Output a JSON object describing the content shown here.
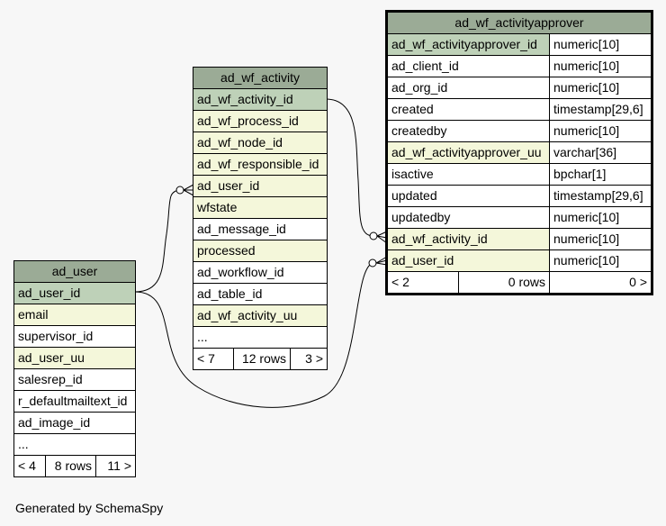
{
  "tables": {
    "ad_wf_activityapprover": {
      "name": "ad_wf_activityapprover",
      "columns": [
        {
          "name": "ad_wf_activityapprover_id",
          "type": "numeric[10]"
        },
        {
          "name": "ad_client_id",
          "type": "numeric[10]"
        },
        {
          "name": "ad_org_id",
          "type": "numeric[10]"
        },
        {
          "name": "created",
          "type": "timestamp[29,6]"
        },
        {
          "name": "createdby",
          "type": "numeric[10]"
        },
        {
          "name": "ad_wf_activityapprover_uu",
          "type": "varchar[36]"
        },
        {
          "name": "isactive",
          "type": "bpchar[1]"
        },
        {
          "name": "updated",
          "type": "timestamp[29,6]"
        },
        {
          "name": "updatedby",
          "type": "numeric[10]"
        },
        {
          "name": "ad_wf_activity_id",
          "type": "numeric[10]"
        },
        {
          "name": "ad_user_id",
          "type": "numeric[10]"
        }
      ],
      "footer": {
        "left": "< 2",
        "rows": "0 rows",
        "right": "0 >"
      }
    },
    "ad_wf_activity": {
      "name": "ad_wf_activity",
      "columns": [
        "ad_wf_activity_id",
        "ad_wf_process_id",
        "ad_wf_node_id",
        "ad_wf_responsible_id",
        "ad_user_id",
        "wfstate",
        "ad_message_id",
        "processed",
        "ad_workflow_id",
        "ad_table_id",
        "ad_wf_activity_uu",
        "..."
      ],
      "footer": {
        "left": "< 7",
        "rows": "12 rows",
        "right": "3 >"
      }
    },
    "ad_user": {
      "name": "ad_user",
      "columns": [
        "ad_user_id",
        "email",
        "supervisor_id",
        "ad_user_uu",
        "salesrep_id",
        "r_defaultmailtext_id",
        "ad_image_id",
        "..."
      ],
      "footer": {
        "left": "< 4",
        "rows": "8 rows",
        "right": "11 >"
      }
    }
  },
  "generated_by": "Generated by SchemaSpy",
  "colors": {
    "header": "#9bab96",
    "primary_key": "#bed1b8",
    "foreign_key": "#f4f7da",
    "background": "#f7f7f7"
  }
}
